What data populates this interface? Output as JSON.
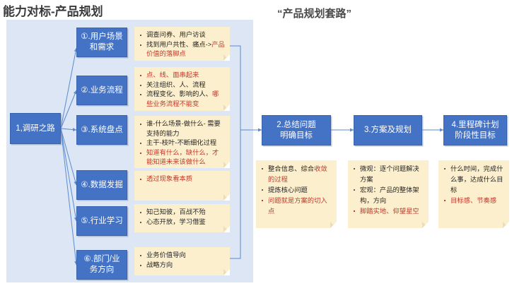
{
  "titles": {
    "main": "能力对标-产品规划",
    "sub": "“产品规划套路”"
  },
  "colors": {
    "panel_bg": "#DCE6F4",
    "box_blue": "#4472C4",
    "note_bg": "#FCEFCD",
    "accent_red": "#C0392B",
    "connector": "#5B8BD0"
  },
  "root_node": {
    "label": "1,调研之路"
  },
  "branches": [
    {
      "id": "branch-1",
      "label": "①.用户场景\n和需求",
      "label_line1": "①.用户场景",
      "label_line2": "和需求",
      "note": {
        "bullets": [
          {
            "parts": [
              {
                "text": "调查问券、用户访谈",
                "red": false
              }
            ]
          },
          {
            "parts": [
              {
                "text": "找到用户共性、痛点->",
                "red": false
              },
              {
                "text": "产品价值的落脚点",
                "red": true
              }
            ]
          }
        ]
      }
    },
    {
      "id": "branch-2",
      "label_line1": "②.业务流程",
      "label_line2": "",
      "note": {
        "bullets": [
          {
            "parts": [
              {
                "text": "点、线、面串起来",
                "red": true
              }
            ]
          },
          {
            "parts": [
              {
                "text": "关注组织、人、流程",
                "red": false
              }
            ]
          },
          {
            "parts": [
              {
                "text": "流程变化、影响的人、",
                "red": false
              },
              {
                "text": "哪些业务流程不能变",
                "red": true
              }
            ]
          }
        ]
      }
    },
    {
      "id": "branch-3",
      "label_line1": "③.系统盘点",
      "label_line2": "",
      "note": {
        "bullets": [
          {
            "parts": [
              {
                "text": "谁-什么场景-做什么- 需要支持的能力",
                "red": false
              }
            ]
          },
          {
            "parts": [
              {
                "text": "主干-枝叶-不断细化过程",
                "red": false
              }
            ]
          },
          {
            "parts": [
              {
                "text": "知道有什么，缺什么，才能知道未来该做什么",
                "red": true
              }
            ]
          }
        ]
      }
    },
    {
      "id": "branch-4",
      "label_line1": "④.数据发掘",
      "label_line2": "",
      "note": {
        "bullets": [
          {
            "parts": [
              {
                "text": "透过现象看本质",
                "red": true
              }
            ]
          }
        ]
      }
    },
    {
      "id": "branch-5",
      "label_line1": "⑤.行业学习",
      "label_line2": "",
      "note": {
        "bullets": [
          {
            "parts": [
              {
                "text": "知己知彼，百战不殆",
                "red": false
              }
            ]
          },
          {
            "parts": [
              {
                "text": "心态开放，学习借鉴",
                "red": false
              }
            ]
          }
        ]
      }
    },
    {
      "id": "branch-6",
      "label_line1": "⑥.部门/业",
      "label_line2": "务方向",
      "note": {
        "bullets": [
          {
            "parts": [
              {
                "text": "业务价值导向",
                "red": false
              }
            ]
          },
          {
            "parts": [
              {
                "text": "战略方向",
                "red": false
              }
            ]
          }
        ]
      }
    }
  ],
  "stages": [
    {
      "id": "stage-2",
      "label_line1": "2.总结问题",
      "label_line2": "明确目标",
      "note": {
        "bullets": [
          {
            "parts": [
              {
                "text": "整合信息、综合",
                "red": false
              },
              {
                "text": "收敛的过程",
                "red": true
              }
            ]
          },
          {
            "parts": [
              {
                "text": "提炼核心问题",
                "red": false
              }
            ]
          },
          {
            "parts": [
              {
                "text": "问题就是方案的切入点",
                "red": true
              }
            ]
          }
        ]
      }
    },
    {
      "id": "stage-3",
      "label_line1": "3.方案及规划",
      "label_line2": "",
      "note": {
        "bullets": [
          {
            "parts": [
              {
                "text": "微观：逐个问题解决方案",
                "red": false
              }
            ]
          },
          {
            "parts": [
              {
                "text": "宏观：产品的整体架构，方向",
                "red": false
              }
            ]
          },
          {
            "parts": [
              {
                "text": "脚踏实地、仰望星空",
                "red": true
              }
            ]
          }
        ]
      }
    },
    {
      "id": "stage-4",
      "label_line1": "4.里程碑计划",
      "label_line2": "阶段性目标",
      "note": {
        "bullets": [
          {
            "parts": [
              {
                "text": "什么时间，完成什么事，达成什么目标",
                "red": false
              }
            ]
          },
          {
            "parts": [
              {
                "text": "目标感、节奏感",
                "red": true
              }
            ]
          }
        ]
      }
    }
  ]
}
